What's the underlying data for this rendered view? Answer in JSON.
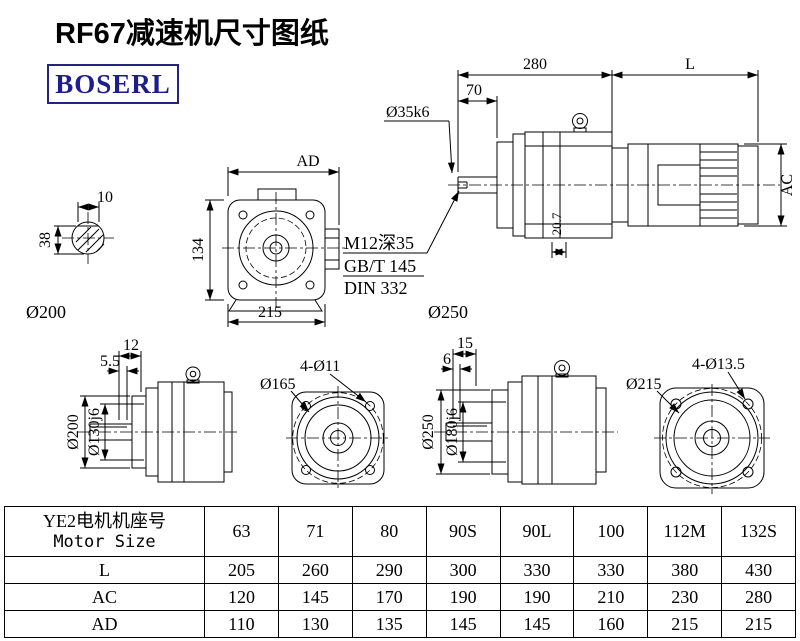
{
  "page": {
    "title": "RF67减速机尺寸图纸",
    "logo": "BOSERL"
  },
  "views": {
    "shaft_section": {
      "dim_key_width": "10",
      "dim_flat_height": "38",
      "label_dia": "Ø200"
    },
    "front_view": {
      "dim_ad": "AD",
      "dim_height": "134",
      "dim_width": "215"
    },
    "assembly_side_view": {
      "dim_gearbox_length": "280",
      "dim_motor_length": "L",
      "dim_shaft_length": "70",
      "label_shaft_dia": "Ø35k6",
      "dim_motor_height": "AC",
      "dim_flange_offset": "20.7",
      "note_line1": "M12深35",
      "note_line2": "GB/T 145",
      "note_line3": "DIN 332",
      "label_dia": "Ø250"
    },
    "output_side_view_small": {
      "dim_key_length": "12",
      "dim_key_depth": "5.5",
      "label_flange_dia": "Ø200",
      "label_spigot_dia": "Ø130j6"
    },
    "flange_view_small": {
      "label_holes": "4-Ø11",
      "label_bolt_circle": "Ø165"
    },
    "output_side_view_large": {
      "dim_key_length": "15",
      "dim_key_depth": "6",
      "label_flange_dia": "Ø250",
      "label_spigot_dia": "Ø180j6"
    },
    "flange_view_large": {
      "label_holes": "4-Ø13.5",
      "label_bolt_circle": "Ø215"
    }
  },
  "table": {
    "header_cn": "YE2电机机座号",
    "header_en": "Motor Size",
    "sizes": [
      "63",
      "71",
      "80",
      "90S",
      "90L",
      "100",
      "112M",
      "132S"
    ],
    "rows": [
      {
        "label": "L",
        "values": [
          "205",
          "260",
          "290",
          "300",
          "330",
          "330",
          "380",
          "430"
        ]
      },
      {
        "label": "AC",
        "values": [
          "120",
          "145",
          "170",
          "190",
          "190",
          "210",
          "230",
          "280"
        ]
      },
      {
        "label": "AD",
        "values": [
          "110",
          "130",
          "135",
          "145",
          "145",
          "160",
          "215",
          "215"
        ]
      }
    ]
  }
}
